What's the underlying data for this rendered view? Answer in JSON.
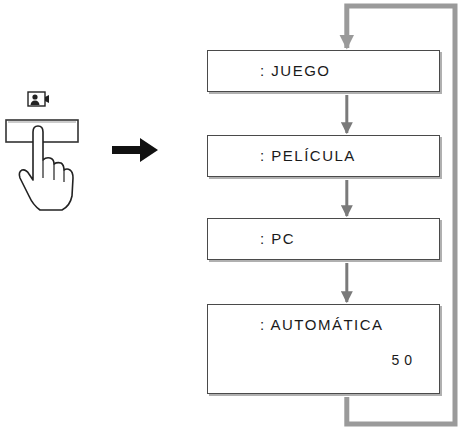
{
  "diagram": {
    "nodes": [
      {
        "text": [
          ": JUEGO"
        ]
      },
      {
        "text": [
          ": PELÍCULA"
        ]
      },
      {
        "text": [
          ": PC"
        ]
      },
      {
        "text": [
          ": AUTOMÁTICA",
          "50"
        ]
      }
    ],
    "edges": [
      {
        "from": 0,
        "to": 1,
        "arrow": "to"
      },
      {
        "from": 1,
        "to": 2,
        "arrow": "to"
      },
      {
        "from": 2,
        "to": 3,
        "arrow": "to"
      },
      {
        "from": 3,
        "to": 0,
        "arrow": "to"
      }
    ]
  }
}
